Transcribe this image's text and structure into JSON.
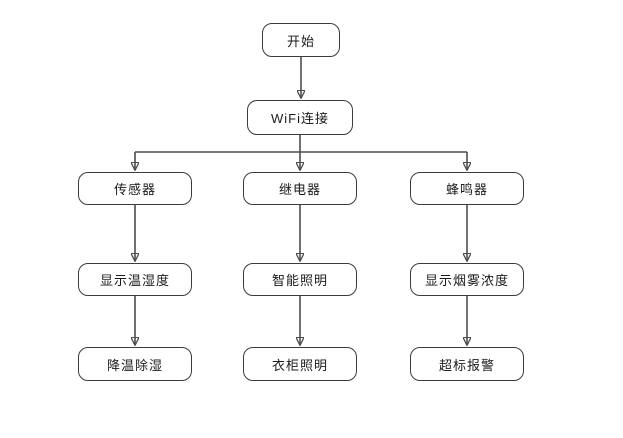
{
  "diagram": {
    "type": "flowchart",
    "background_color": "#ffffff",
    "line_color": "#4d4d4d",
    "arrow_color": "#111111",
    "node_border_color": "#3c3c3c",
    "node_fill_color": "#ffffff",
    "text_color": "#1a1a1a",
    "nodes": {
      "start": {
        "label": "开始"
      },
      "wifi": {
        "label": "WiFi连接"
      },
      "sensor": {
        "label": "传感器"
      },
      "relay": {
        "label": "继电器"
      },
      "buzzer": {
        "label": "蜂鸣器"
      },
      "temp_humidity": {
        "label": "显示温湿度"
      },
      "smart_light": {
        "label": "智能照明"
      },
      "smoke": {
        "label": "显示烟雾浓度"
      },
      "cool_dehumid": {
        "label": "降温除湿"
      },
      "wardrobe_light": {
        "label": "衣柜照明"
      },
      "alarm": {
        "label": "超标报警"
      }
    },
    "edges": [
      {
        "from": "开始",
        "to": "WiFi连接"
      },
      {
        "from": "WiFi连接",
        "to": "传感器"
      },
      {
        "from": "WiFi连接",
        "to": "继电器"
      },
      {
        "from": "WiFi连接",
        "to": "蜂鸣器"
      },
      {
        "from": "传感器",
        "to": "显示温湿度"
      },
      {
        "from": "显示温湿度",
        "to": "降温除湿"
      },
      {
        "from": "继电器",
        "to": "智能照明"
      },
      {
        "from": "智能照明",
        "to": "衣柜照明"
      },
      {
        "from": "蜂鸣器",
        "to": "显示烟雾浓度"
      },
      {
        "from": "显示烟雾浓度",
        "to": "超标报警"
      }
    ]
  }
}
